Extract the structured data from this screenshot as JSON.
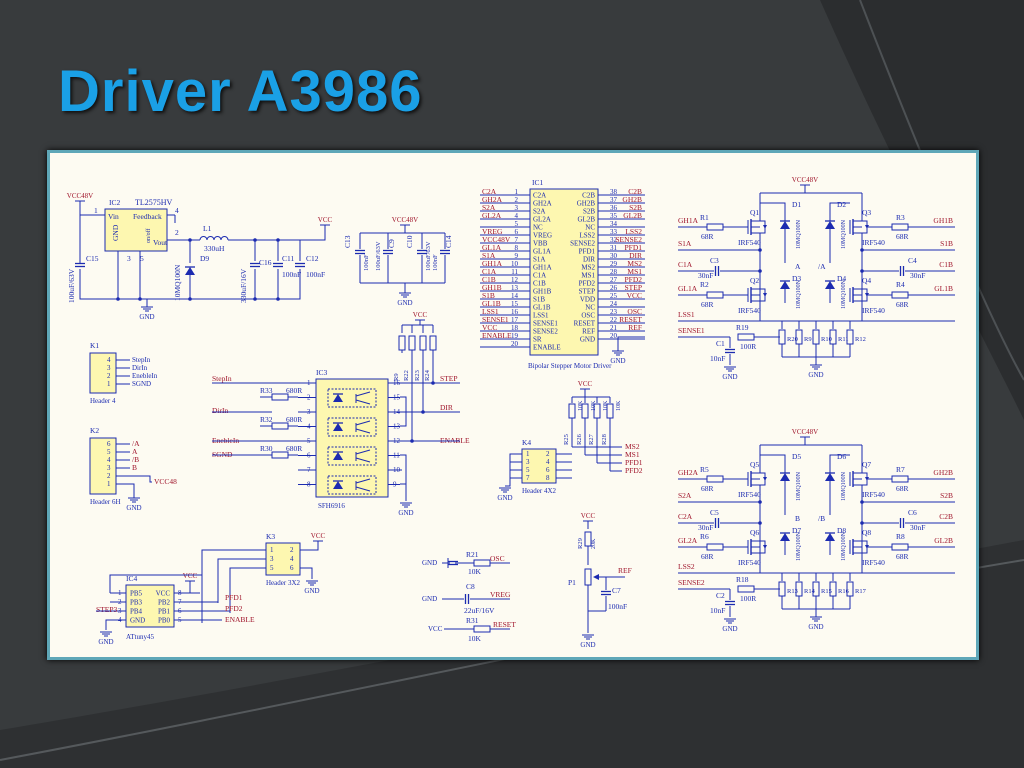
{
  "slide": {
    "title": "Driver A3986"
  },
  "regulator": {
    "net_vcc48": "VCC48V",
    "ref": "IC2",
    "part": "TL2575HV",
    "pins": [
      "Vin",
      "Feedback",
      "GND",
      "on/off",
      "Vout"
    ],
    "pin_nums": [
      "1",
      "4",
      "2",
      "3",
      "5"
    ],
    "inductor": "L1",
    "inductor_val": "330uH",
    "diode": "D9",
    "diode_val": "10MQ100N",
    "c15": "C15",
    "c15_val": "100uF/63V",
    "c16": "C16",
    "c16_val": "330uF/16V",
    "c11": "C11",
    "c11_val": "100nF",
    "c12": "C12",
    "c12_val": "100nF",
    "net_vcc": "VCC",
    "gnd": "GND"
  },
  "caps48": {
    "net": "VCC48V",
    "items": [
      {
        "ref": "C13",
        "val": "100nF"
      },
      {
        "ref": "C9",
        "val": "100uF/63V"
      },
      {
        "ref": "C10",
        "val": "100uF/63V"
      },
      {
        "ref": "C14",
        "val": "100nF"
      }
    ],
    "gnd": "GND"
  },
  "ic1": {
    "ref": "IC1",
    "caption": "Bipolar Stepper Motor Driver",
    "left": [
      {
        "net": "C2A",
        "num": "1",
        "pin": "C2A"
      },
      {
        "net": "GH2A",
        "num": "2",
        "pin": "GH2A"
      },
      {
        "net": "S2A",
        "num": "3",
        "pin": "S2A"
      },
      {
        "net": "GL2A",
        "num": "4",
        "pin": "GL2A"
      },
      {
        "net": "",
        "num": "5",
        "pin": "NC"
      },
      {
        "net": "VREG",
        "num": "6",
        "pin": "VREG"
      },
      {
        "net": "VCC48V",
        "num": "7",
        "pin": "VBB"
      },
      {
        "net": "GL1A",
        "num": "8",
        "pin": "GL1A"
      },
      {
        "net": "S1A",
        "num": "9",
        "pin": "S1A"
      },
      {
        "net": "GH1A",
        "num": "10",
        "pin": "GH1A"
      },
      {
        "net": "C1A",
        "num": "11",
        "pin": "C1A"
      },
      {
        "net": "C1B",
        "num": "12",
        "pin": "C1B"
      },
      {
        "net": "GH1B",
        "num": "13",
        "pin": "GH1B"
      },
      {
        "net": "S1B",
        "num": "14",
        "pin": "S1B"
      },
      {
        "net": "GL1B",
        "num": "15",
        "pin": "GL1B"
      },
      {
        "net": "LSS1",
        "num": "16",
        "pin": "LSS1"
      },
      {
        "net": "SENSE1",
        "num": "17",
        "pin": "SENSE1"
      },
      {
        "net": "VCC",
        "num": "18",
        "pin": "SENSE2"
      },
      {
        "net": "ENABLE",
        "num": "19",
        "pin": "SR"
      },
      {
        "net": "",
        "num": "20",
        "pin": "ENABLE"
      }
    ],
    "right": [
      {
        "pin": "C2B",
        "num": "38",
        "net": "C2B"
      },
      {
        "pin": "GH2B",
        "num": "37",
        "net": "GH2B"
      },
      {
        "pin": "S2B",
        "num": "36",
        "net": "S2B"
      },
      {
        "pin": "GL2B",
        "num": "35",
        "net": "GL2B"
      },
      {
        "pin": "NC",
        "num": "34",
        "net": ""
      },
      {
        "pin": "LSS2",
        "num": "33",
        "net": "LSS2"
      },
      {
        "pin": "SENSE2",
        "num": "32",
        "net": "SENSE2"
      },
      {
        "pin": "PFD1",
        "num": "31",
        "net": "PFD1"
      },
      {
        "pin": "DIR",
        "num": "30",
        "net": "DIR"
      },
      {
        "pin": "MS2",
        "num": "29",
        "net": "MS2"
      },
      {
        "pin": "MS1",
        "num": "28",
        "net": "MS1"
      },
      {
        "pin": "PFD2",
        "num": "27",
        "net": "PFD2"
      },
      {
        "pin": "STEP",
        "num": "26",
        "net": "STEP"
      },
      {
        "pin": "VDD",
        "num": "25",
        "net": "VCC"
      },
      {
        "pin": "NC",
        "num": "24",
        "net": ""
      },
      {
        "pin": "OSC",
        "num": "23",
        "net": "OSC"
      },
      {
        "pin": "RESET",
        "num": "22",
        "net": "RESET"
      },
      {
        "pin": "REF",
        "num": "21",
        "net": "REF"
      },
      {
        "pin": "GND",
        "num": "20",
        "net": ""
      }
    ],
    "gnd": "GND"
  },
  "bridge1": {
    "vcc": "VCC48V",
    "gh_left": "GH1A",
    "r_tl": "R1",
    "r_tl_val": "68R",
    "q_tl": "Q1",
    "q_tl_val": "IRF540",
    "d_tl": "D1",
    "d_tl_val": "10MQ100N",
    "d_tr": "D2",
    "d_tr_val": "10MQ100N",
    "q_tr": "Q3",
    "q_tr_val": "IRF540",
    "r_tr": "R3",
    "r_tr_val": "68R",
    "gh_right": "GH1B",
    "s_left": "S1A",
    "s_right": "S1B",
    "c_left": "C1A",
    "cap_l": "C3",
    "cap_l_val": "30nF",
    "out_a": "A",
    "out_a_bar": "/A",
    "cap_r": "C4",
    "cap_r_val": "30nF",
    "c_right": "C1B",
    "d_bl": "D3",
    "d_bl_val": "10MQ100N",
    "d_br": "D4",
    "d_br_val": "10MQ100N",
    "gl_left": "GL1A",
    "r_bl": "R2",
    "r_bl_val": "68R",
    "q_bl": "Q2",
    "q_bl_val": "IRF540",
    "q_br": "Q4",
    "q_br_val": "IRF540",
    "r_br": "R4",
    "r_br_val": "68R",
    "gl_right": "GL1B",
    "lss": "LSS1",
    "sense": "SENSE1",
    "r_s": "R19",
    "r_s_val": "100R",
    "c_s": "C1",
    "c_s_val": "10nF",
    "shunts": [
      "R20",
      "R9",
      "R10",
      "R11",
      "R12"
    ],
    "gnd": "GND"
  },
  "bridge2": {
    "vcc": "VCC48V",
    "gh_left": "GH2A",
    "r_tl": "R5",
    "r_tl_val": "68R",
    "q_tl": "Q5",
    "q_tl_val": "IRF540",
    "d_tl": "D5",
    "d_tl_val": "10MQ100N",
    "d_tr": "D6",
    "d_tr_val": "10MQ100N",
    "q_tr": "Q7",
    "q_tr_val": "IRF540",
    "r_tr": "R7",
    "r_tr_val": "68R",
    "gh_right": "GH2B",
    "s_left": "S2A",
    "s_right": "S2B",
    "c_left": "C2A",
    "cap_l": "C5",
    "cap_l_val": "30nF",
    "out_a": "B",
    "out_a_bar": "/B",
    "cap_r": "C6",
    "cap_r_val": "30nF",
    "c_right": "C2B",
    "d_bl": "D7",
    "d_bl_val": "10MQ100N",
    "d_br": "D8",
    "d_br_val": "10MQ100N",
    "gl_left": "GL2A",
    "r_bl": "R6",
    "r_bl_val": "68R",
    "q_bl": "Q6",
    "q_bl_val": "IRF540",
    "q_br": "Q8",
    "q_br_val": "IRF540",
    "r_br": "R8",
    "r_br_val": "68R",
    "gl_right": "GL2B",
    "lss": "LSS2",
    "sense": "SENSE2",
    "r_s": "R18",
    "r_s_val": "100R",
    "c_s": "C2",
    "c_s_val": "10nF",
    "shunts": [
      "R13",
      "R14",
      "R15",
      "R16",
      "R17"
    ],
    "gnd": "GND"
  },
  "k1": {
    "ref": "K1",
    "caption": "Header 4",
    "pins": [
      "4",
      "3",
      "2",
      "1"
    ],
    "nets": [
      "StepIn",
      "DirIn",
      "EnebleIn",
      "SGND"
    ]
  },
  "k2": {
    "ref": "K2",
    "caption": "Header 6H",
    "pins": [
      "6",
      "5",
      "4",
      "3",
      "2",
      "1"
    ],
    "nets": [
      "/A",
      "A",
      "/B",
      "B"
    ],
    "vcc": "VCC48",
    "gnd": "GND"
  },
  "opto": {
    "ref": "IC3",
    "part": "SFH6916",
    "inputs": [
      "StepIn",
      "DirIn",
      "EnebleIn",
      "SGND"
    ],
    "r33": "R33",
    "r33_val": "680R",
    "r32": "R32",
    "r32_val": "680R",
    "r30": "R30",
    "r30_val": "680R",
    "left_pins": [
      "1",
      "2",
      "3",
      "4",
      "5",
      "6",
      "7",
      "8"
    ],
    "right_pins": [
      "16",
      "15",
      "14",
      "13",
      "12",
      "11",
      "10",
      "9"
    ],
    "vcc": "VCC",
    "pullups": [
      "R9",
      "R22",
      "R23",
      "R24"
    ],
    "out_step": "STEP",
    "out_dir": "DIR",
    "out_enable": "ENABLE",
    "gnd": "GND"
  },
  "k4": {
    "ref": "K4",
    "caption": "Header 4X2",
    "vcc": "VCC",
    "resistors": [
      "R25",
      "R26",
      "R27",
      "R28"
    ],
    "res_val": "10K",
    "pins_left": [
      "1",
      "3",
      "5",
      "7"
    ],
    "pins_right": [
      "2",
      "4",
      "6",
      "8"
    ],
    "nets": [
      "MS2",
      "MS1",
      "PFD1",
      "PFD2"
    ],
    "gnd": "GND"
  },
  "k3": {
    "ref": "K3",
    "caption": "Header 3X2",
    "pins_left": [
      "1",
      "3",
      "5"
    ],
    "pins_right": [
      "2",
      "4",
      "6"
    ],
    "vcc": "VCC",
    "gnd": "GND"
  },
  "ic4": {
    "ref": "IC4",
    "part": "ATtuny45",
    "vcc": "VCC",
    "left_pins": [
      "1",
      "2",
      "3",
      "4"
    ],
    "left_names": [
      "PB5",
      "PB3",
      "PB4",
      "GND"
    ],
    "right_pins": [
      "8",
      "7",
      "6",
      "5"
    ],
    "right_names": [
      "VCC",
      "PB2",
      "PB1",
      "PB0"
    ],
    "step": "STEP3",
    "nets": [
      "PFD1",
      "PFD2",
      "ENABLE"
    ],
    "gnd": "GND"
  },
  "misc": {
    "gnd": "GND",
    "r21": "R21",
    "r21_val": "10K",
    "osc": "OSC",
    "c8": "C8",
    "c8_val": "22uF/16V",
    "vreg": "VREG",
    "vcc": "VCC",
    "r31": "R31",
    "r31_val": "10K",
    "reset": "RESET"
  },
  "pot": {
    "vcc": "VCC",
    "r29": "R29",
    "r29_val": "20K",
    "p1": "P1",
    "ref_net": "REF",
    "c7": "C7",
    "c7_val": "100nF",
    "gnd": "GND"
  },
  "colors": {
    "wire": "#1c2bb0",
    "net": "#a0162c",
    "comp": "#1c2bb0",
    "body": "#fdf7b0",
    "diode": "#1c2bb0"
  }
}
